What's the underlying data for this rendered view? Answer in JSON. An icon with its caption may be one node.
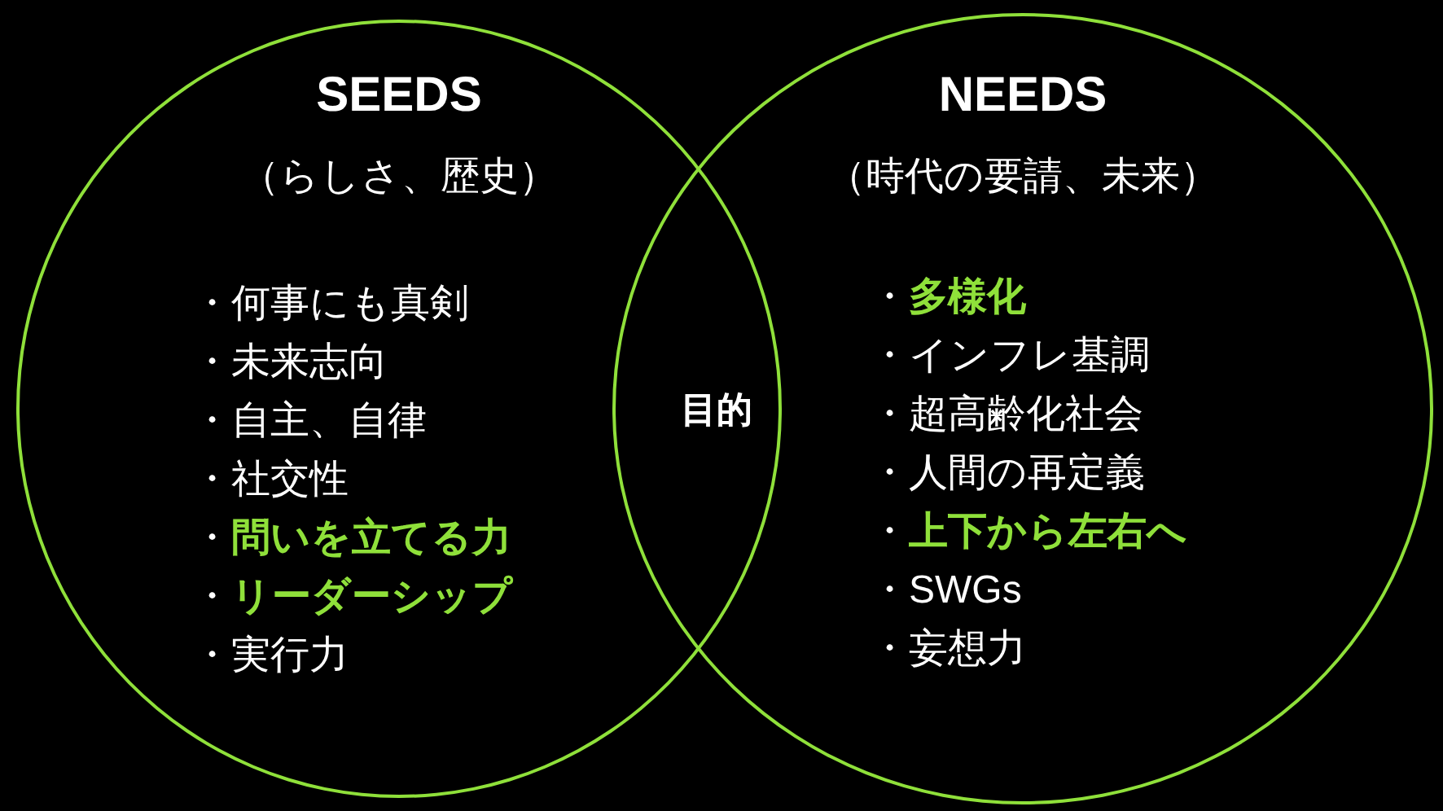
{
  "diagram": {
    "nodes": [
      {
        "text": [
          "SEEDS",
          "（らしさ、歴史）",
          "・何事にも真剣",
          "・未来志向",
          "・自主、自律",
          "・社交性",
          "・**問いを立てる力**",
          "・**リーダーシップ**",
          "・実行力"
        ]
      },
      {
        "text": [
          "NEEDS",
          "（時代の要請、未来）",
          "・**多様化**",
          "・インフレ基調",
          "・超高齢化社会",
          "・人間の再定義",
          "・**上下から左右へ**",
          "・SWGs",
          "・妄想力"
        ]
      },
      {
        "text": [
          "目的"
        ]
      }
    ]
  }
}
